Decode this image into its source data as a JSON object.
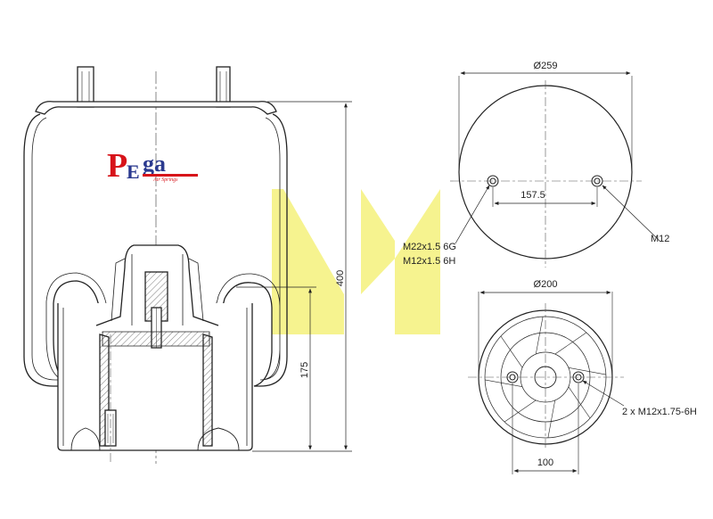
{
  "logo": {
    "letter_p": "P",
    "letter_e": "E",
    "text": "ga",
    "subtitle": "Air Springs",
    "colors": {
      "red": "#d7141a",
      "blue": "#2b3a8f"
    }
  },
  "watermark": {
    "color": "#f3ef6a"
  },
  "dimensions": {
    "height_total": "400",
    "height_piston": "175",
    "top_plate_diameter": "Ø259",
    "stud_spacing": "157.5",
    "stud_thread": "M12",
    "center_thread_1": "M22x1.5 6G",
    "center_thread_2": "M12x1.5 6H",
    "base_diameter": "Ø200",
    "base_thread": "2 x M12x1.75-6H",
    "base_spacing": "100"
  }
}
